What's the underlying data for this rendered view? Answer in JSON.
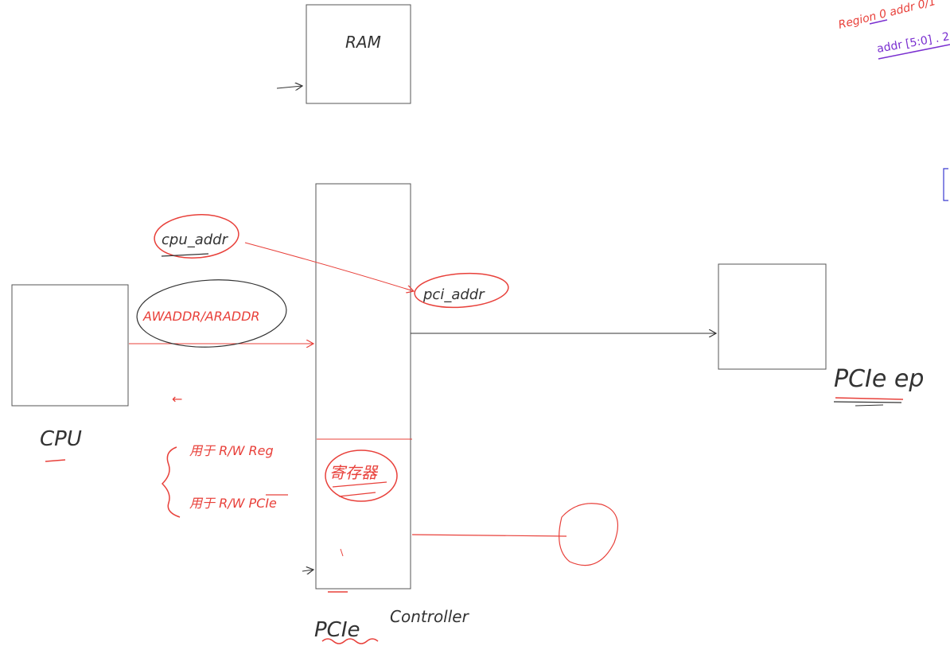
{
  "nodes": {
    "ram": "RAM",
    "cpu": "CPU",
    "pcie_controller_word1": "PCIe",
    "pcie_controller_word2": "Controller",
    "pcie_ep": "PCIe ep"
  },
  "annotations": {
    "cpu_addr": "cpu_addr",
    "awaddr_araddr": "AWADDR/ARADDR",
    "pci_addr": "pci_addr",
    "use_reg": "用于 R/W Reg",
    "use_pcie": "用于 R/W PCIe",
    "register": "寄存器",
    "arrow_mark": "←",
    "region_line1": "Region 0  addr 0/1",
    "region_line2": "addr [5:0] . 2"
  },
  "colors": {
    "ink": "#333333",
    "red": "#e8403a",
    "purple": "#7a2fd0",
    "blue": "#3a3ad0"
  }
}
